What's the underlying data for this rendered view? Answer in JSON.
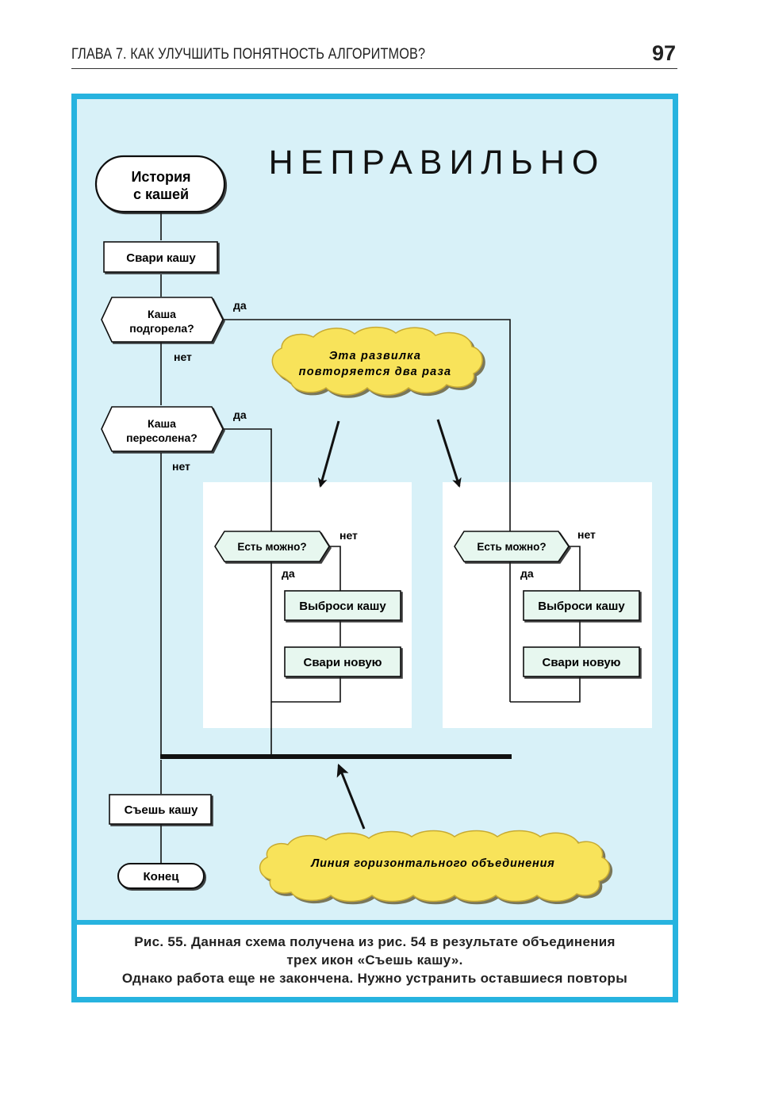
{
  "header": {
    "chapter_title": "ГЛАВА 7. КАК УЛУЧШИТЬ ПОНЯТНОСТЬ АЛГОРИТМОВ?",
    "page_number": "97"
  },
  "figure": {
    "banner": "НЕПРАВИЛЬНО",
    "start_title_line1": "История",
    "start_title_line2": "с кашей",
    "step_cook": "Свари кашу",
    "question_burnt_line1": "Каша",
    "question_burnt_line2": "подгорела?",
    "question_salty_line1": "Каша",
    "question_salty_line2": "пересолена?",
    "label_yes": "да",
    "label_no": "нет",
    "edible_question": "Есть можно?",
    "throw_away": "Выброси кашу",
    "cook_new": "Свари новую",
    "eat": "Съешь кашу",
    "end": "Конец",
    "callout_top_line1": "Эта развилка",
    "callout_top_line2": "повторяется два раза",
    "callout_bottom": "Линия горизонтального объединения"
  },
  "caption": {
    "line1": "Рис. 55. Данная схема получена из рис. 54 в результате объединения",
    "line2": "трех икон «Съешь кашу».",
    "line3": "Однако работа еще не закончена. Нужно устранить оставшиеся повторы"
  },
  "colors": {
    "frame": "#27b3df",
    "panel": "#d8f1f8",
    "box_fill": "#e7f7ef",
    "callout": "#f8e35a"
  }
}
